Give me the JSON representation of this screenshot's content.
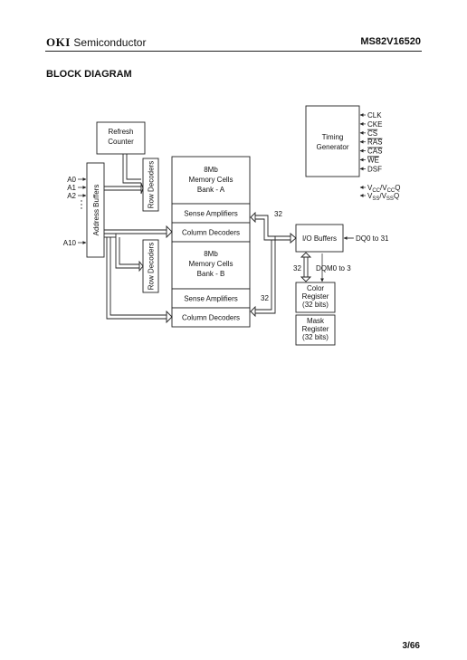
{
  "header": {
    "brand_logo": "OKI",
    "brand_text": "Semiconductor",
    "part_number": "MS82V16520"
  },
  "title": "BLOCK DIAGRAM",
  "blocks": {
    "refresh_counter": [
      "Refresh",
      "Counter"
    ],
    "address_buffers": "Address Buffers",
    "row_decoders_a": "Row Decoders",
    "row_decoders_b": "Row Decoders",
    "memory_a": [
      "8Mb",
      "Memory Cells",
      "Bank - A"
    ],
    "sense_amps_a": "Sense Amplifiers",
    "column_decoders_a": "Column Decoders",
    "memory_b": [
      "8Mb",
      "Memory Cells",
      "Bank - B"
    ],
    "sense_amps_b": "Sense Amplifiers",
    "column_decoders_b": "Column Decoders",
    "timing_generator": [
      "Timing",
      "Generator"
    ],
    "io_buffers": "I/O Buffers",
    "color_register": [
      "Color",
      "Register",
      "(32 bits)"
    ],
    "mask_register": [
      "Mask",
      "Register",
      "(32 bits)"
    ]
  },
  "address_inputs": [
    "A0",
    "A1",
    "A2",
    "A10"
  ],
  "timing_signals": [
    "CLK",
    "CKE",
    "CS",
    "RAS",
    "CAS",
    "WE",
    "DSF"
  ],
  "overlined_signals": [
    "CS",
    "RAS",
    "CAS",
    "WE"
  ],
  "power_labels": {
    "vcc": {
      "main": "V",
      "sub1": "CC",
      "mid": "/V",
      "sub2": "CC",
      "end": "Q"
    },
    "vss": {
      "main": "V",
      "sub1": "SS",
      "mid": "/V",
      "sub2": "SS",
      "end": "Q"
    }
  },
  "bus_labels": {
    "bus_a": "32",
    "bus_b": "32",
    "bus_reg": "32",
    "dq": "DQ0 to 31",
    "dqm": "DQM0 to 3"
  },
  "page_number": "3/66"
}
